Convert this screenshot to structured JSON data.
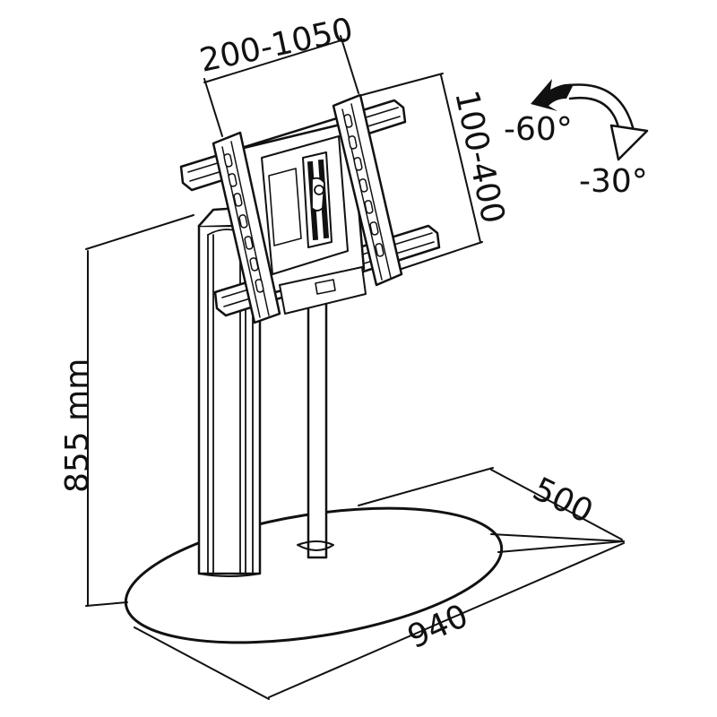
{
  "dimensions": {
    "vesa_width": "200-1050",
    "vesa_height": "100-400",
    "height": "855 mm",
    "depth": "500",
    "width": "940"
  },
  "tilt": {
    "forward": "-60°",
    "backward": "-30°"
  },
  "colors": {
    "line": "#111111",
    "background": "#ffffff"
  }
}
